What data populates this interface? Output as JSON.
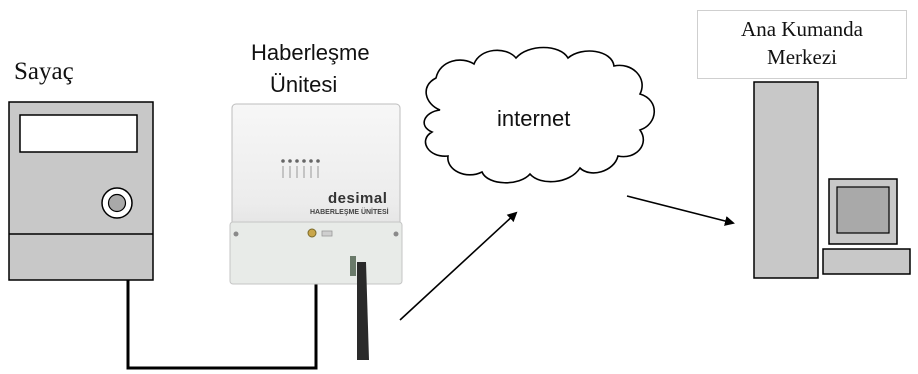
{
  "meter": {
    "label": "Sayaç"
  },
  "comm_unit": {
    "label_line1": "Haberleşme",
    "label_line2": "Ünitesi",
    "brand": "desimal",
    "brand_sub": "HABERLEŞME ÜNİTESİ"
  },
  "cloud": {
    "label": "internet"
  },
  "control_center": {
    "label_line1": "Ana Kumanda",
    "label_line2": "Merkezi"
  },
  "colors": {
    "device_gray": "#c8c8c8",
    "device_dark_gray": "#a9a9a9",
    "stroke": "#000000",
    "unit_body": "#f2f2f2"
  }
}
